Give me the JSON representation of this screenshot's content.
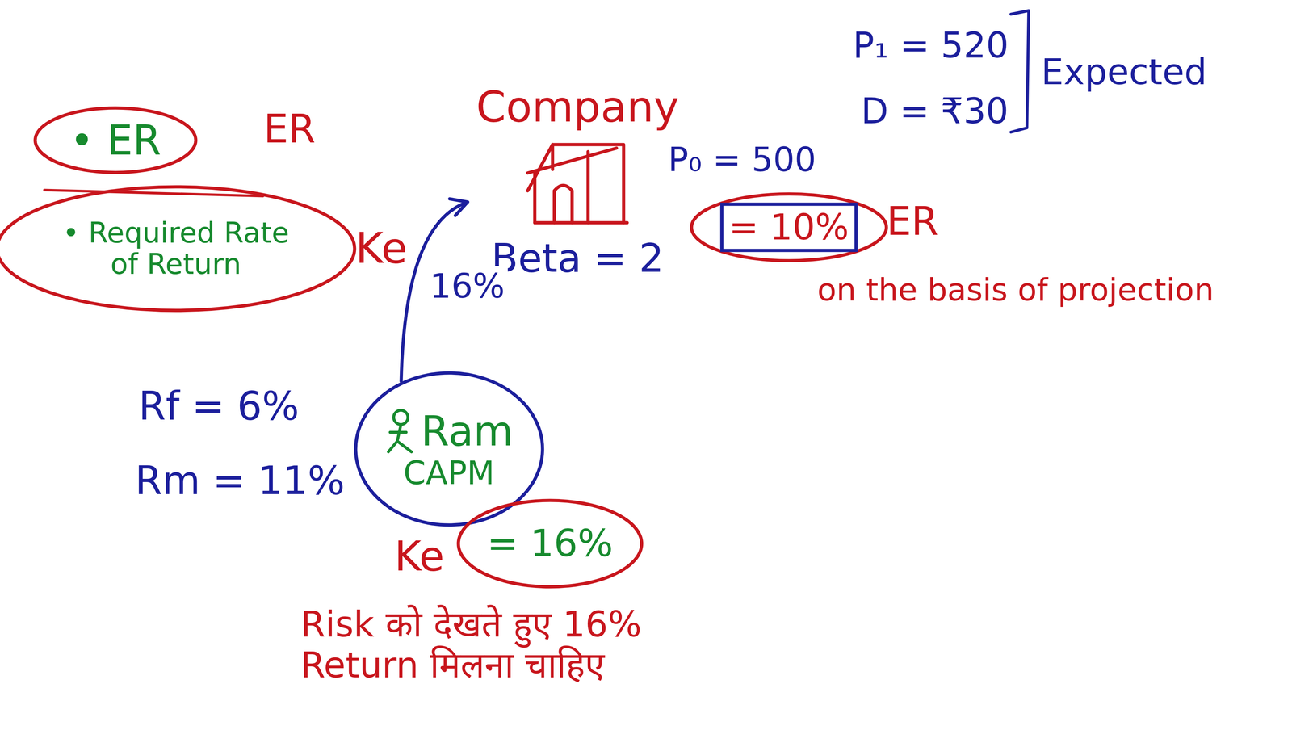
{
  "diagram": {
    "nodes": [
      {
        "text": [
          "• ER"
        ]
      },
      {
        "text": [
          "• Required Rate of Return"
        ]
      },
      {
        "text": [
          "Company",
          "Beta = 2"
        ]
      },
      {
        "text": [
          "= 10%"
        ]
      },
      {
        "text": [
          "Ram",
          "CAPM"
        ]
      },
      {
        "text": [
          "= 16%"
        ]
      }
    ],
    "edges": [
      {
        "from": 4,
        "to": 2,
        "arrow": "to",
        "label": "16%"
      }
    ],
    "labels": [
      "ER",
      "Ke",
      "P₁ = 520",
      "D = ₹30",
      "Expected",
      "P₀ = 500",
      "ER",
      "on the basis of projection",
      "Rf = 6%",
      "Rm = 11%",
      "Ke",
      "Risk को देखते हुए 16% Return मिलना चाहिए"
    ]
  }
}
